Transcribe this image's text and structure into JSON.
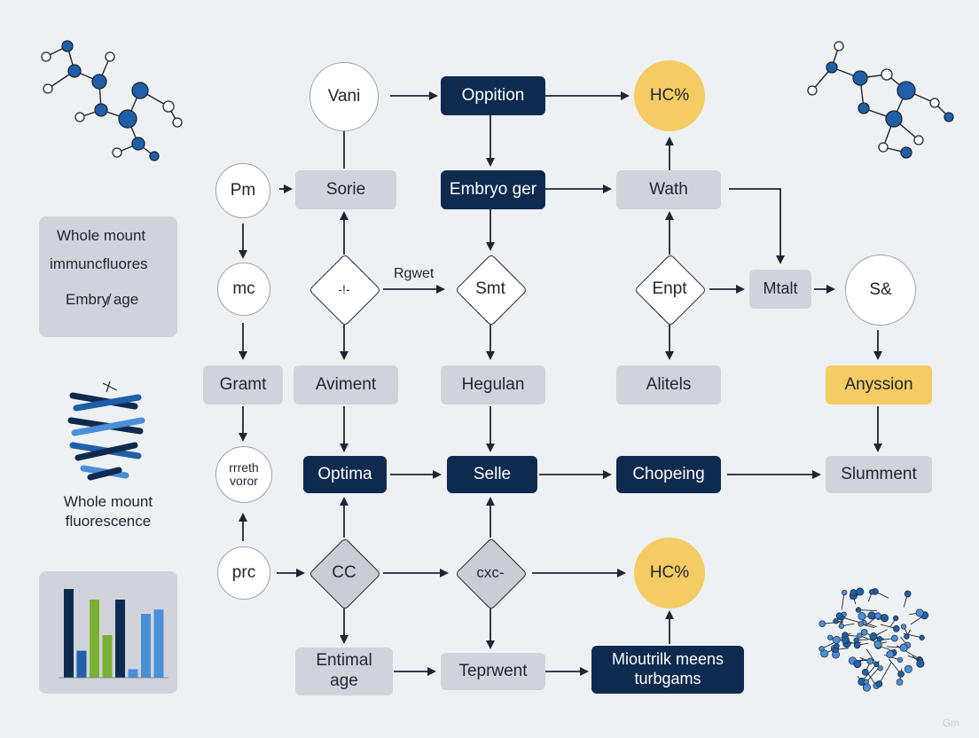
{
  "flowchart": {
    "nodes": {
      "vani": "Vani",
      "oppition": "Oppition",
      "hc_top": "HC%",
      "pm": "Pm",
      "sorie": "Sorie",
      "embryo_ger": "Embryo ger",
      "wath": "Wath",
      "mc": "mc",
      "diamond_left": "-!-",
      "smt": "Smt",
      "enpt": "Enpt",
      "mtalt": "Mtalt",
      "so": "S&",
      "gramt": "Gramt",
      "aviment": "Aviment",
      "hegulan": "Hegulan",
      "alitels": "Alitels",
      "anyssion": "Anyssion",
      "rreth_voror": "rrreth\nvoror",
      "optima": "Optima",
      "selle": "Selle",
      "chopeing": "Chopeing",
      "slumment": "Slumment",
      "prc": "prc",
      "cc": "CC",
      "cxc": "cxc-",
      "hc_bottom": "HC%",
      "entimal_age": "Entimal\nage",
      "teprwent": "Teprwent",
      "mioutrilk": "Mioutrilk meens\nturbgams"
    },
    "edge_label_rgwet": "Rgwet"
  },
  "side_panel": {
    "line1": "Whole mount",
    "line2": "immuncfluores",
    "line3": "Embry̸ age"
  },
  "side_caption": {
    "line1": "Whole mount",
    "line2": "fluorescence"
  },
  "colors": {
    "navy": "#0f2a4f",
    "blue": "#1f5fa8",
    "light_blue": "#4a8fd8",
    "green": "#7bb132",
    "yellow": "#f5cb63",
    "grey_box": "#d0d4da"
  },
  "icons": [
    "molecule-network-icon",
    "dna-helix-icon",
    "bar-chart-icon",
    "node-cluster-icon"
  ],
  "mini_chart": {
    "type": "bar",
    "values": [
      125,
      38,
      110,
      60,
      110,
      12,
      90,
      96
    ],
    "colors": [
      "#0f2a4f",
      "#1f5fa8",
      "#7bb132",
      "#7bb132",
      "#0f2a4f",
      "#4a8fd8",
      "#4a8fd8",
      "#4a8fd8"
    ],
    "ylim": [
      0,
      130
    ]
  },
  "watermark": "Gm"
}
